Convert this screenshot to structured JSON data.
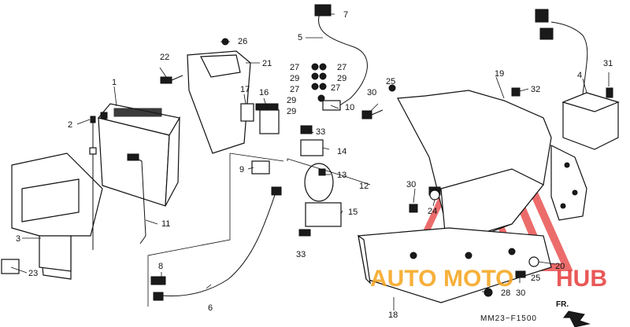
{
  "labels": {
    "l1": "1",
    "l2": "2",
    "l3": "3",
    "l4": "4",
    "l5": "5",
    "l6": "6",
    "l7": "7",
    "l8": "8",
    "l9": "9",
    "l10": "10",
    "l11": "11",
    "l12": "12",
    "l13": "13",
    "l14": "14",
    "l15": "15",
    "l16": "16",
    "l17": "17",
    "l18": "18",
    "l19": "19",
    "l20": "20",
    "l21": "21",
    "l22": "22",
    "l23": "23",
    "l24": "24",
    "l25a": "25",
    "l25b": "25",
    "l26": "26",
    "l27a": "27",
    "l27b": "27",
    "l27c": "27",
    "l27d": "27",
    "l28": "28",
    "l29a": "29",
    "l29b": "29",
    "l29c": "29",
    "l30a": "30",
    "l30b": "30",
    "l30c": "30",
    "l31": "31",
    "l32": "32",
    "l33a": "33",
    "l33b": "33"
  },
  "diagram_code": "MM23−F1500",
  "direction_label": "FR.",
  "watermark": {
    "text_auto": "AUTO",
    "text_moto": "MOTO",
    "text_hub": "HUB",
    "color_orange": "#f5a31a",
    "color_red": "#e63b3b"
  }
}
